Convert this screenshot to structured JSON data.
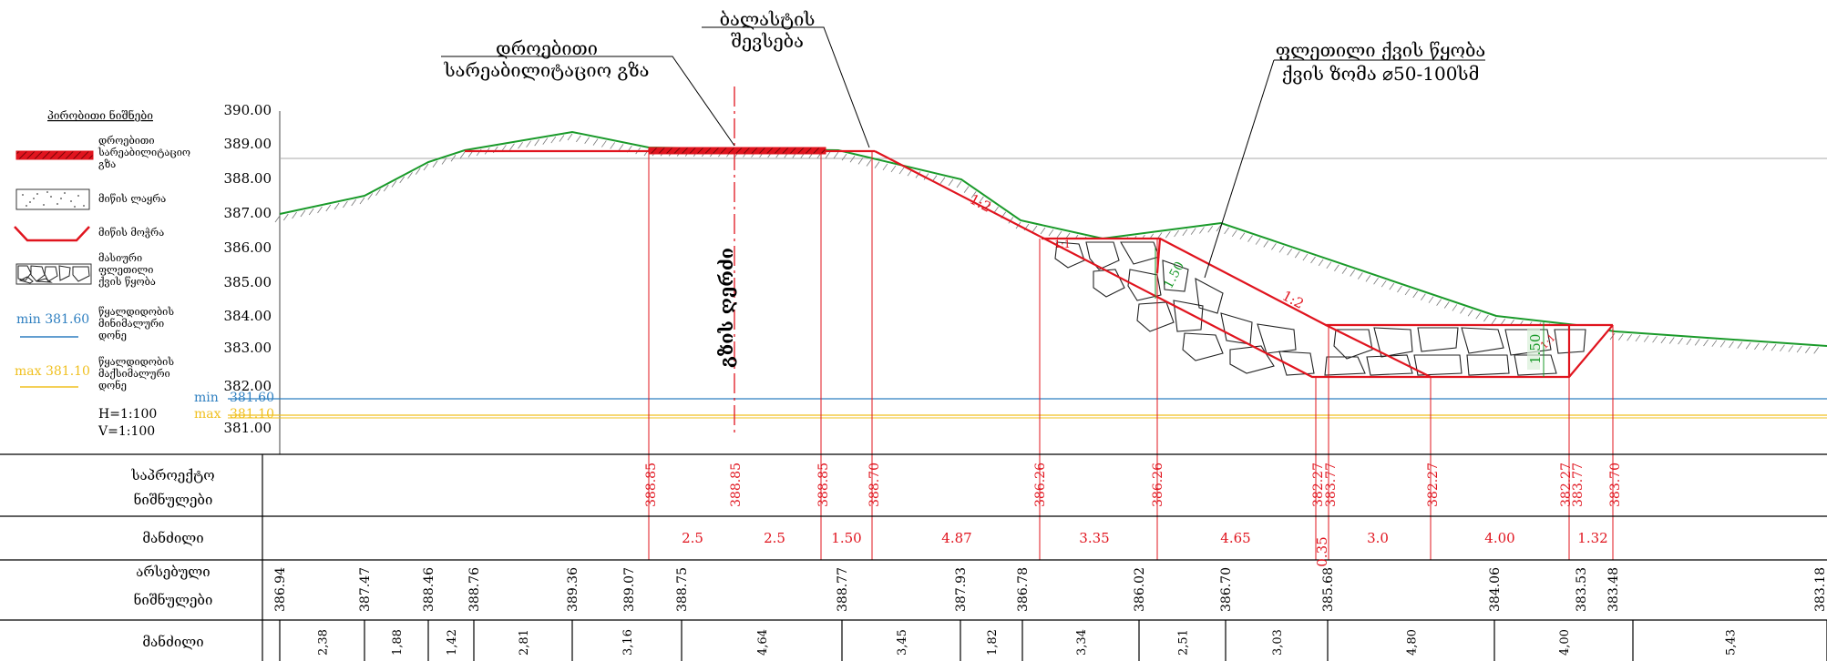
{
  "callouts": {
    "road": [
      "დროებითი",
      "სარეაბილიტაციო გზა"
    ],
    "ballast": [
      "ბალასტის",
      "შევსება"
    ],
    "stone": [
      "ფლეთილი ქვის წყობა",
      "ქვის ზომა ⌀50-100სმ"
    ]
  },
  "legend": {
    "title": "პირობითი ნიშნები",
    "items": [
      {
        "text": [
          "დროებითი",
          "სარეაბილიტაციო",
          "გზა"
        ],
        "symbol": "road-hatch-icon"
      },
      {
        "text": [
          "მიწის ლაყრა"
        ],
        "symbol": "soil-fill-icon"
      },
      {
        "text": [
          "მიწის მოჭრა"
        ],
        "symbol": "cut-line-icon"
      },
      {
        "text": [
          "მასიური",
          "ფლეთილი",
          "ქვის წყობა"
        ],
        "symbol": "stone-pattern-icon"
      },
      {
        "text": [
          "წყალდიდობის",
          "მინიმალური",
          "დონე"
        ],
        "label": "min  381.60",
        "color": "#2e7fc0"
      },
      {
        "text": [
          "წყალდიდობის",
          "მაქსიმალური",
          "დონე"
        ],
        "label": "max 381.10",
        "color": "#f0c020"
      }
    ],
    "scale_h": "H=1:100",
    "scale_v": "V=1:100"
  },
  "axis": {
    "y_ticks": [
      "390.00",
      "389.00",
      "388.00",
      "387.00",
      "386.00",
      "385.00",
      "384.00",
      "383.00",
      "382.00",
      "381.00"
    ],
    "min_label": "min",
    "min_value": "381.60",
    "max_label": "max",
    "max_value": "381.10"
  },
  "road_axis_label": "გზის ღერძი",
  "slope_labels": [
    "1:2",
    "1:2",
    "1:1",
    "1:1"
  ],
  "dim_labels": [
    "1.50",
    "1.50"
  ],
  "table": {
    "row_labels": [
      [
        "საპროექტო",
        "ნიშნულები"
      ],
      [
        "მანძილი"
      ],
      [
        "არსებული",
        "ნიშნულები"
      ],
      [
        "მანძილი"
      ]
    ],
    "design_marks": [
      "388.85",
      "388.85",
      "388.85",
      "388.70",
      "386.26",
      "386.26",
      "382.27",
      "383.77",
      "382.27",
      "382.27",
      "383.77",
      "383.70"
    ],
    "design_dist": [
      "2.5",
      "2.5",
      "1.50",
      "4.87",
      "3.35",
      "4.65",
      "0.35",
      "3.0",
      "4.00",
      "1.32"
    ],
    "exist_marks": [
      "386.94",
      "387.47",
      "388.46",
      "388.76",
      "389.36",
      "389.07",
      "388.75",
      "388.77",
      "387.93",
      "386.78",
      "386.02",
      "386.70",
      "385.68",
      "384.06",
      "383.53",
      "383.48",
      "383.18"
    ],
    "exist_dist": [
      "2,38",
      "1,88",
      "1,42",
      "2,81",
      "3,16",
      "4,64",
      "3,45",
      "1,82",
      "3,34",
      "2,51",
      "3,03",
      "4,80",
      "4,00",
      "5,43"
    ]
  },
  "colors": {
    "ground": "#1a9a2a",
    "design": "#e0141e",
    "water_min": "#2e7fc0",
    "water_max": "#f0c020"
  }
}
